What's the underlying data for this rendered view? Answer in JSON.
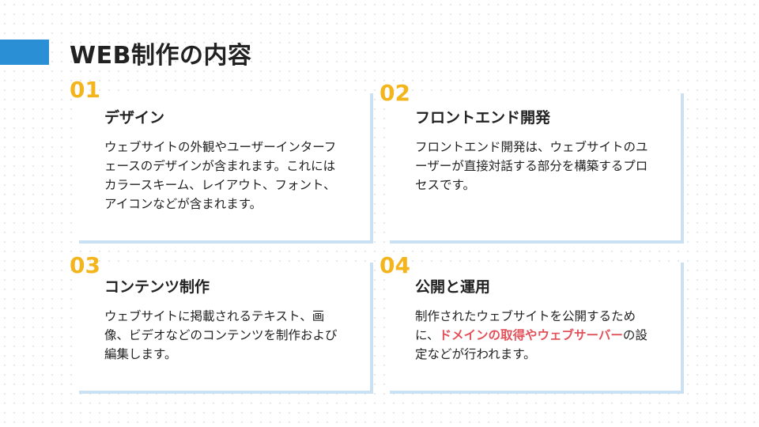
{
  "title": "WEB制作の内容",
  "colors": {
    "accent": "#2b8fd6",
    "number": "#f3b51b",
    "highlight": "#e2525a",
    "card_shadow": "#c9e1f2"
  },
  "cards": [
    {
      "number": "01",
      "title": "デザイン",
      "body": "ウェブサイトの外観やユーザーインターフェースのデザインが含まれます。これにはカラースキーム、レイアウト、フォント、アイコンなどが含まれます。"
    },
    {
      "number": "02",
      "title": "フロントエンド開発",
      "body": "フロントエンド開発は、ウェブサイトのユーザーが直接対話する部分を構築するプロセスです。"
    },
    {
      "number": "03",
      "title": "コンテンツ制作",
      "body": "ウェブサイトに掲載されるテキスト、画像、ビデオなどのコンテンツを制作および編集します。"
    },
    {
      "number": "04",
      "title": "公開と運用",
      "body_before": "制作されたウェブサイトを公開するために、",
      "body_highlight": "ドメインの取得やウェブサーバー",
      "body_after": "の設定などが行われます。"
    }
  ]
}
